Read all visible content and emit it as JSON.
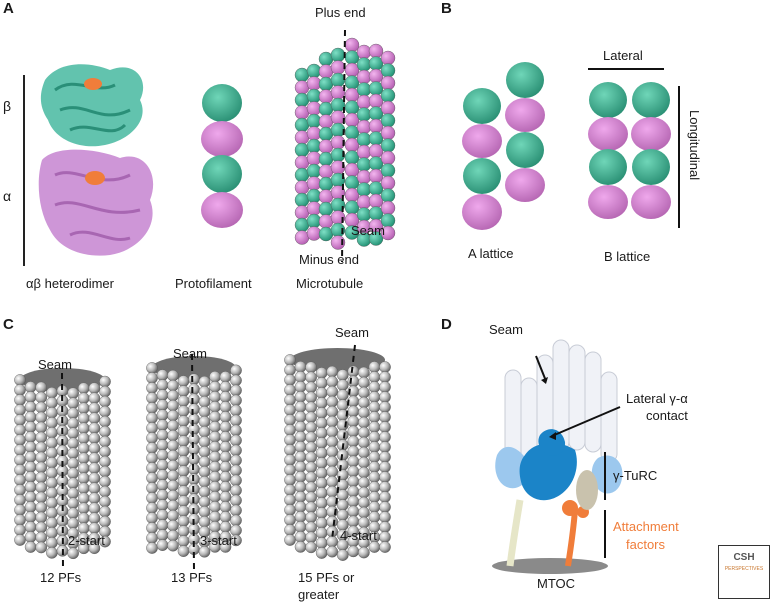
{
  "panels": {
    "A": {
      "letter": "A",
      "beta": "β",
      "alpha": "α",
      "heterodimer": "αβ heterodimer",
      "protofilament": "Protofilament",
      "microtubule": "Microtubule",
      "plus_end": "Plus end",
      "minus_end": "Minus end",
      "seam": "Seam"
    },
    "B": {
      "letter": "B",
      "lateral": "Lateral",
      "longitudinal": "Longitudinal",
      "a_lattice": "A lattice",
      "b_lattice": "B lattice"
    },
    "C": {
      "letter": "C",
      "seam": "Seam",
      "pf12": "12 PFs",
      "pf13": "13 PFs",
      "pf15_line1": "15 PFs or",
      "pf15_line2": "greater",
      "start2": "2-start",
      "start3": "3-start",
      "start4": "4-start"
    },
    "D": {
      "letter": "D",
      "seam": "Seam",
      "lateral_line1": "Lateral γ-α",
      "lateral_line2": "contact",
      "gamma_turc": "γ-TuRC",
      "attach_line1": "Attachment",
      "attach_line2": "factors",
      "mtoc": "MTOC"
    }
  },
  "logo": {
    "text": "CSH",
    "sub": "PERSPECTIVES"
  },
  "colors": {
    "tubulin_alpha": "#d77ed6",
    "tubulin_beta": "#3bab8f",
    "gtp": "#f07d3a",
    "attachment": "#f07d3a",
    "gamma_blue": "#1b84c8",
    "light_blue": "#9cc8ee"
  }
}
